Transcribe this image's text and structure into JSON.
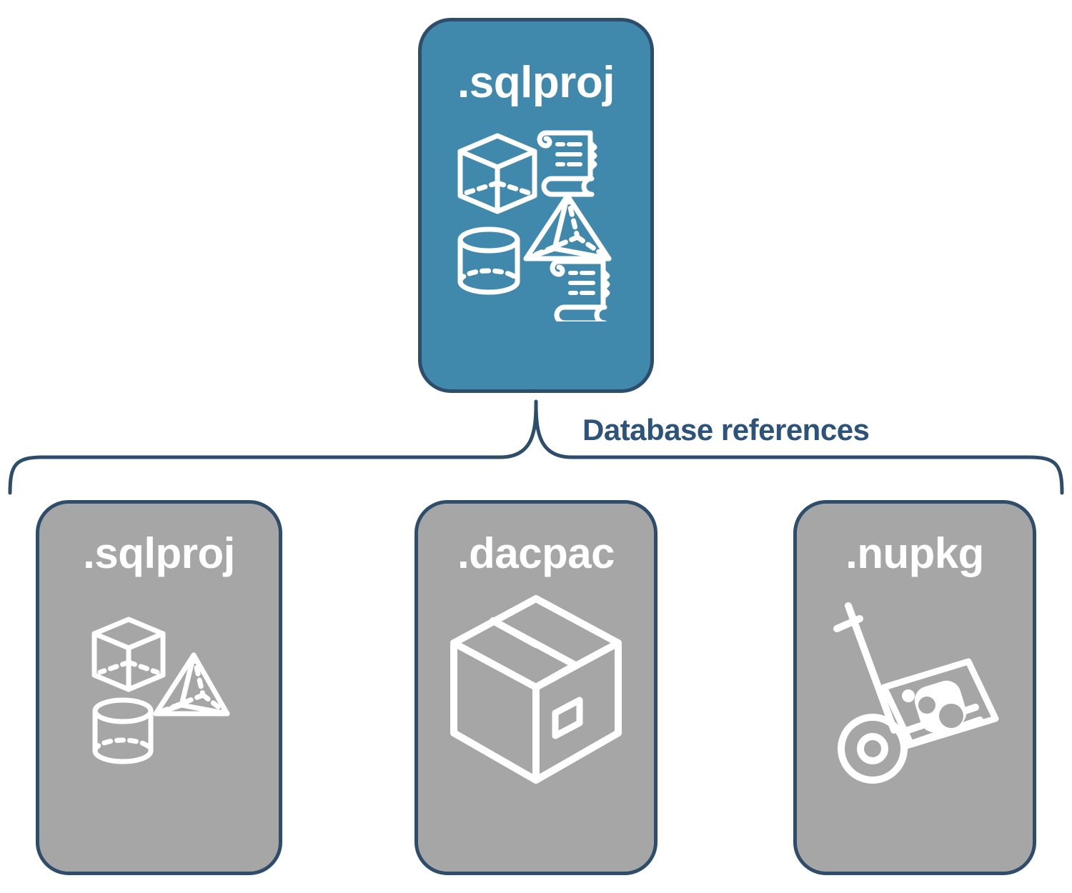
{
  "diagram": {
    "title": "Database references",
    "colors": {
      "root_fill": "#4189ac",
      "child_fill": "#a6a6a6",
      "stroke": "#2d4d6b",
      "label_text": "#2d537a",
      "icon_stroke": "#ffffff",
      "background": "#ffffff"
    }
  },
  "root": {
    "label": ".sqlproj",
    "icons": [
      "cube-icon",
      "scroll-icon",
      "pyramid-icon",
      "cylinder-icon",
      "scroll-icon"
    ]
  },
  "connector": {
    "label": "Database references",
    "type": "curly-brace",
    "orientation": "down"
  },
  "children": [
    {
      "id": "sqlproj",
      "label": ".sqlproj",
      "icons": [
        "cube-icon",
        "pyramid-icon",
        "cylinder-icon"
      ]
    },
    {
      "id": "dacpac",
      "label": ".dacpac",
      "icons": [
        "package-box-icon"
      ]
    },
    {
      "id": "nupkg",
      "label": ".nupkg",
      "icons": [
        "hand-truck-icon",
        "nuget-package-icon"
      ]
    }
  ]
}
